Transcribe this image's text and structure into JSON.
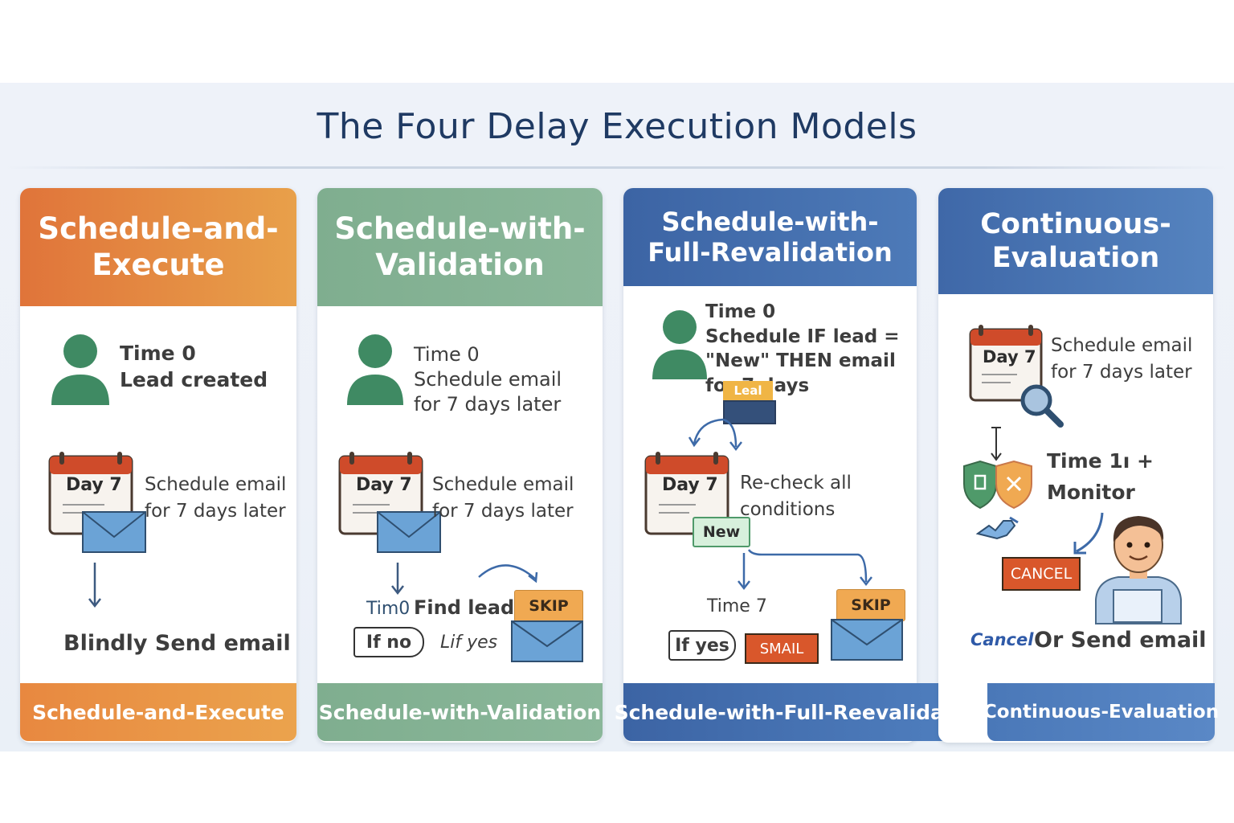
{
  "title": "The Four Delay Execution Models",
  "colors": {
    "orange": "#e07b3a",
    "green": "#7fae8f",
    "blue_dark": "#3e68a8",
    "blue": "#4a78b8",
    "person_green": "#3f8a63",
    "calendar_red": "#cf4b2a",
    "envelope_blue": "#6ba3d6",
    "skip_orange": "#f0a952",
    "cancel_red": "#d9572b"
  },
  "cards": [
    {
      "header": "Schedule-and-\nExecute",
      "step1": "Time 0\nLead created",
      "calendar_label": "Day 7",
      "step2": "Schedule email\nfor 7 days later",
      "result": "Blindly Send email",
      "footer": "Schedule-and-Execute"
    },
    {
      "header": "Schedule-with-\nValidation",
      "step1": "Time 0\nSchedule email\nfor 7 days later",
      "calendar_label": "Day 7",
      "step2": "Schedule email\nfor 7 days later",
      "time_label": "Tim0",
      "question": "Find lead?",
      "skip": "SKIP",
      "if_no": "If no",
      "if_yes": "Lif yes",
      "footer": "Schedule-with-Validation"
    },
    {
      "header": "Schedule-with-\nFull-Revalidation",
      "step1": "Time 0\nSchedule IF lead =\n\"New\" THEN email\nfor 7 days",
      "lead_tag": "Leal",
      "calendar_label": "Day 7",
      "new_tag": "New",
      "step2": "Re-check all\nconditions",
      "time_label": "Time 7",
      "if_yes": "If yes",
      "smail": "SMAIL",
      "skip": "SKIP",
      "footer": "Schedule-with-Full-Reevalidation"
    },
    {
      "header": "Continuous-\nEvaluation",
      "calendar_label": "Day 7",
      "step1": "Schedule email\nfor 7 days later",
      "step2": "Time 1ı +\nMonitor",
      "cancel_tag": "CANCEL",
      "cancel_word": "Cancel",
      "result": "Or Send email",
      "footer": "Continuous-Evaluation"
    }
  ]
}
